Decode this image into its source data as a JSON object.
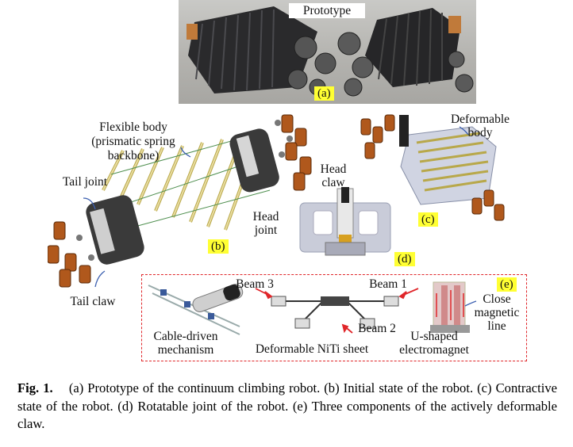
{
  "panel_a": {
    "title": "Prototype",
    "tag": "(a)"
  },
  "panel_b": {
    "tag": "(b)",
    "flexible_body": [
      "Flexible body",
      "(prismatic spring",
      "backbone)"
    ],
    "tail_joint": "Tail joint",
    "head_claw": [
      "Head",
      "claw"
    ],
    "head_joint": [
      "Head",
      "joint"
    ],
    "tail_claw": "Tail claw"
  },
  "panel_c": {
    "tag": "(c)",
    "deformable_body": [
      "Deformable",
      "body"
    ]
  },
  "panel_d": {
    "tag": "(d)"
  },
  "panel_e": {
    "tag": "(e)",
    "beam3": "Beam 3",
    "beam1": "Beam 1",
    "beam2": "Beam 2",
    "cable": [
      "Cable-driven",
      "mechanism"
    ],
    "niti": "Deformable NiTi sheet",
    "close_line": [
      "Close",
      "magnetic",
      "line"
    ],
    "u_shaped": [
      "U-shaped",
      "electromagnet"
    ]
  },
  "caption": {
    "label": "Fig. 1.",
    "text": "(a) Prototype of the continuum climbing robot. (b) Initial state of the robot. (c) Contractive state of the robot. (d) Rotatable joint of the robot. (e) Three components of the actively deformable claw."
  },
  "colors": {
    "highlight": "#ffff33",
    "dashed_box": "#e0262a",
    "arrow": "#3b5fb0"
  }
}
